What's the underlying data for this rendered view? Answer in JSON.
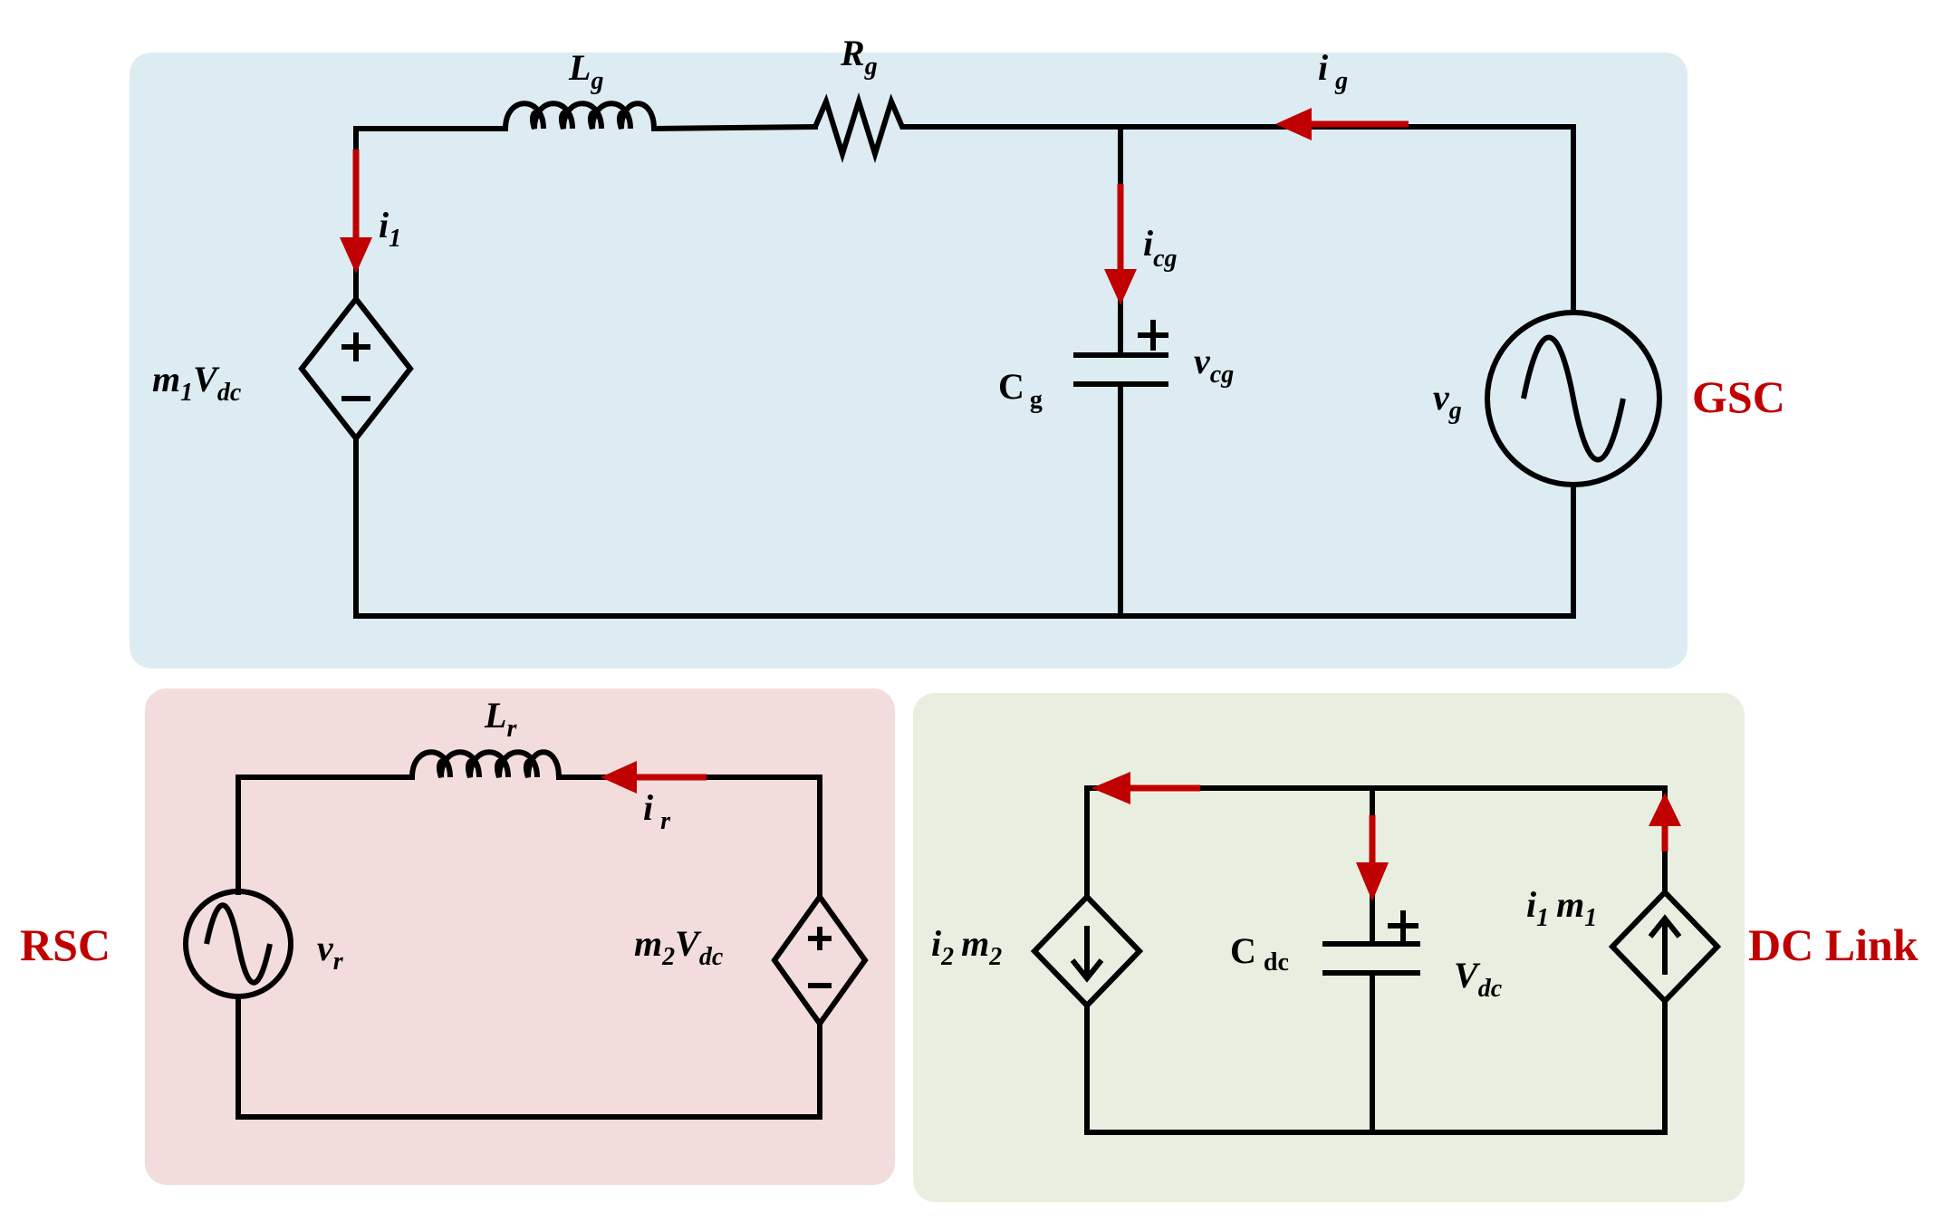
{
  "colors": {
    "gsc_bg": "#dcecf2",
    "rsc_bg": "#f2dcdc",
    "dc_bg": "#e9efe0",
    "accent": "#c00000",
    "wire": "#000000"
  },
  "sections": {
    "gsc": {
      "label": "GSC"
    },
    "rsc": {
      "label": "RSC"
    },
    "dc": {
      "label": "DC Link"
    }
  },
  "gsc": {
    "inductor": {
      "main": "L",
      "sub": "g"
    },
    "resistor": {
      "main": "R",
      "sub": "g"
    },
    "grid_current": {
      "main": "i",
      "sub": "g"
    },
    "conv_current": {
      "main": "i",
      "sub": "1"
    },
    "cap_current": {
      "main": "i",
      "sub": "cg"
    },
    "capacitor": {
      "main": "C",
      "sub": "g"
    },
    "cap_voltage": {
      "main": "v",
      "sub": "cg"
    },
    "grid_voltage": {
      "main": "v",
      "sub": "g"
    },
    "conv_source": {
      "m": "m",
      "msub": "1",
      "v": "V",
      "vsub": "dc"
    }
  },
  "rsc": {
    "inductor": {
      "main": "L",
      "sub": "r"
    },
    "current": {
      "main": "i",
      "sub": "r"
    },
    "voltage": {
      "main": "v",
      "sub": "r"
    },
    "conv_source": {
      "m": "m",
      "msub": "2",
      "v": "V",
      "vsub": "dc"
    }
  },
  "dc": {
    "left_source": {
      "i": "i",
      "isub": "2",
      "m": "m",
      "msub": "2"
    },
    "capacitor": {
      "main": "C",
      "sub": "dc"
    },
    "voltage": {
      "main": "V",
      "sub": "dc"
    },
    "right_source": {
      "i": "i",
      "isub": "1",
      "m": "m",
      "msub": "1"
    }
  },
  "symbols": {
    "plus_sign": "+",
    "minus_sign": "−"
  }
}
